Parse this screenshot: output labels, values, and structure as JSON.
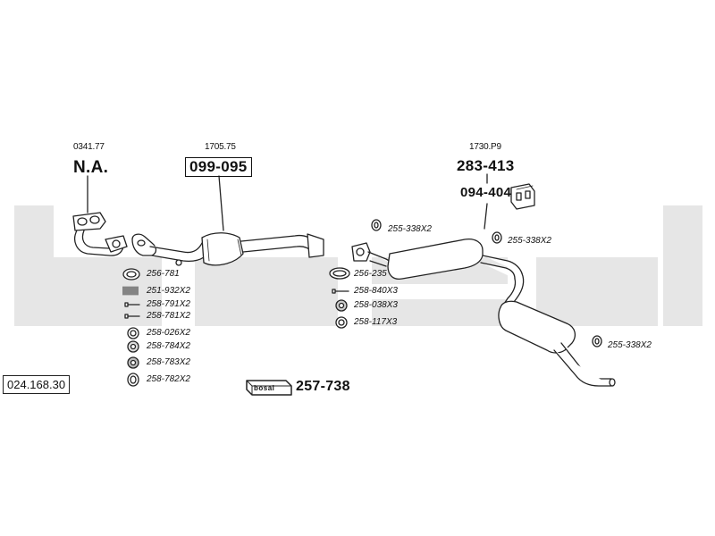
{
  "watermark": {
    "text": "bosal",
    "color": "#e6e6e6"
  },
  "diagram_id": "024.168.30",
  "sections": {
    "front": {
      "ref": "0341.77",
      "code": "N.A."
    },
    "center": {
      "ref": "1705.75",
      "code": "099-095"
    },
    "rear": {
      "ref": "1730.P9",
      "code": "283-413",
      "sub_code": "094-404"
    }
  },
  "parts_left": [
    {
      "label": "256-781",
      "icon": "gasket-ring-icon"
    },
    {
      "label": "251-932X2",
      "icon": "spring-icon"
    },
    {
      "label": "258-791X2",
      "icon": "bolt-icon"
    },
    {
      "label": "258-781X2",
      "icon": "bolt-icon"
    },
    {
      "label": "258-026X2",
      "icon": "ring-icon"
    },
    {
      "label": "258-784X2",
      "icon": "nut-icon"
    },
    {
      "label": "258-783X2",
      "icon": "nut-icon"
    },
    {
      "label": "258-782X2",
      "icon": "washer-icon"
    }
  ],
  "parts_middle": [
    {
      "label": "256-235",
      "icon": "gasket-ring-icon"
    },
    {
      "label": "258-840X3",
      "icon": "bolt-icon"
    },
    {
      "label": "258-038X3",
      "icon": "nut-icon"
    },
    {
      "label": "258-117X3",
      "icon": "ring-icon"
    }
  ],
  "hangers": [
    "255-338X2",
    "255-338X2",
    "255-338X2"
  ],
  "kit": {
    "brand": "bosal",
    "code": "257-738"
  }
}
